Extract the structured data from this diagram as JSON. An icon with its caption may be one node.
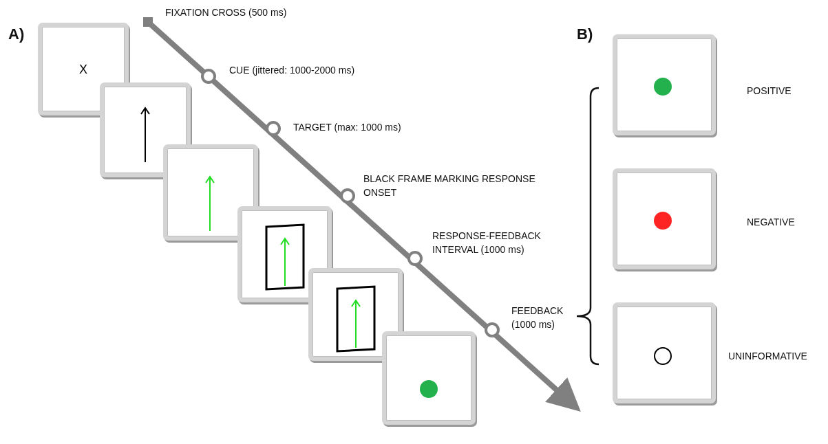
{
  "diagram": {
    "nodes": [
      {
        "text": [
          "X"
        ]
      },
      {
        "text": [],
        "shape": "box"
      },
      {
        "text": [],
        "shape": "box"
      },
      {
        "text": [],
        "shape": "box"
      },
      {
        "text": [],
        "shape": "box"
      },
      {
        "text": [],
        "shape": "box"
      },
      {
        "text": [],
        "shape": "box",
        "beside": [
          "POSITIVE"
        ]
      },
      {
        "text": [],
        "shape": "box",
        "beside": [
          "NEGATIVE"
        ]
      },
      {
        "text": [],
        "shape": "box",
        "beside": [
          "UNINFORMATIVE"
        ]
      }
    ],
    "edges": [],
    "labels": [
      "FIXATION CROSS (500 ms)",
      "A)",
      "B)",
      "CUE (jittered: 1000-2000 ms)",
      "TARGET (max: 1000 ms)",
      "BLACK FRAME MARKING RESPONSE ONSET",
      "RESPONSE-FEEDBACK INTERVAL (1000 ms)",
      "FEEDBACK (1000 ms)"
    ]
  }
}
